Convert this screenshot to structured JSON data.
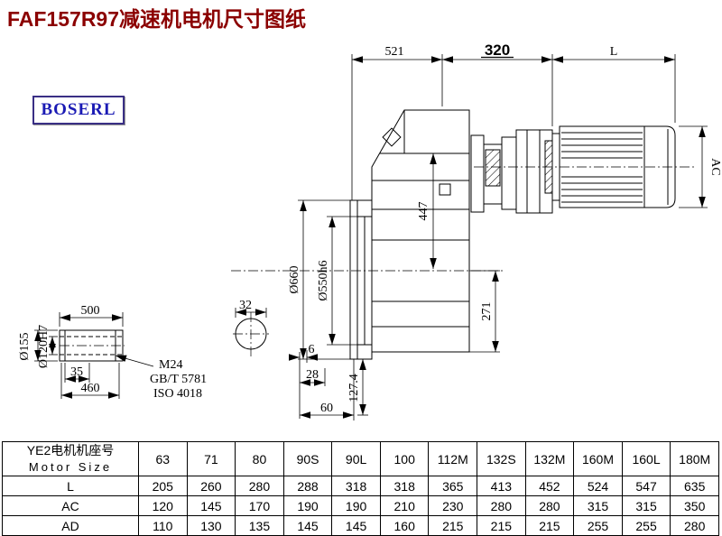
{
  "title": "FAF157R97减速机电机尺寸图纸",
  "logo": "BOSERL",
  "colors": {
    "title": "#8b0000",
    "logo_text": "#1a1ab4",
    "logo_border": "#3a2f85"
  },
  "dims": {
    "width_521": "521",
    "width_320": "320",
    "motor_length": "L",
    "motor_ac": "AC",
    "height_447": "447",
    "flange_od": "Ø660",
    "flange_spigot": "Ø550h6",
    "dim_271": "271",
    "dim_32": "32",
    "dim_6": "6",
    "dim_28": "28",
    "dim_127_4": "127.4",
    "dim_60": "60",
    "shaft_500": "500",
    "shaft_35": "35",
    "shaft_460": "460",
    "shaft_od": "Ø155",
    "shaft_bore": "Ø120H7",
    "thread": "M24",
    "standard_gb": "GB/T 5781",
    "standard_iso": "ISO 4018"
  },
  "table": {
    "header_cn": "YE2电机机座号",
    "header_en": "Motor Size",
    "columns": [
      "63",
      "71",
      "80",
      "90S",
      "90L",
      "100",
      "112M",
      "132S",
      "132M",
      "160M",
      "160L",
      "180M"
    ],
    "rows": [
      {
        "label": "L",
        "values": [
          "205",
          "260",
          "280",
          "288",
          "318",
          "318",
          "365",
          "413",
          "452",
          "524",
          "547",
          "635"
        ]
      },
      {
        "label": "AC",
        "values": [
          "120",
          "145",
          "170",
          "190",
          "190",
          "210",
          "230",
          "280",
          "280",
          "315",
          "315",
          "350"
        ]
      },
      {
        "label": "AD",
        "values": [
          "110",
          "130",
          "135",
          "145",
          "145",
          "160",
          "215",
          "215",
          "215",
          "255",
          "255",
          "280"
        ]
      }
    ]
  }
}
